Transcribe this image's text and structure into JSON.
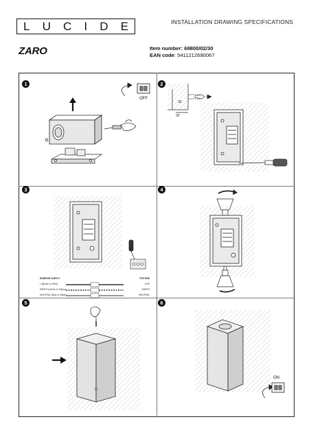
{
  "brand": {
    "letters": [
      "L",
      "U",
      "C",
      "I",
      "D",
      "E"
    ]
  },
  "header": {
    "title": "INSTALLATION DRAWING SPECIFICATIONS"
  },
  "product": {
    "name": "ZARO",
    "item_label": "Item number:",
    "item_value": "69800/02/30",
    "ean_label": "EAN code",
    "ean_value": "5411212690067"
  },
  "steps": [
    {
      "number": "1",
      "off_label": "OFF"
    },
    {
      "number": "2",
      "dim_a": "30",
      "dim_b": "35"
    },
    {
      "number": "3"
    },
    {
      "number": "4"
    },
    {
      "number": "5"
    },
    {
      "number": "6",
      "on_label": "ON"
    }
  ],
  "wiring": {
    "left_header": "ENERGIE SUPPLY",
    "right_header": "FIXTURE",
    "rows": [
      {
        "left": "L (Brown or Red)",
        "right": "LIVE"
      },
      {
        "left": "EARTH (Green & Yellow)",
        "right": "EARTH"
      },
      {
        "left": "NEUTRAL (Blue or Black)",
        "right": "NEUTRAL"
      }
    ]
  }
}
